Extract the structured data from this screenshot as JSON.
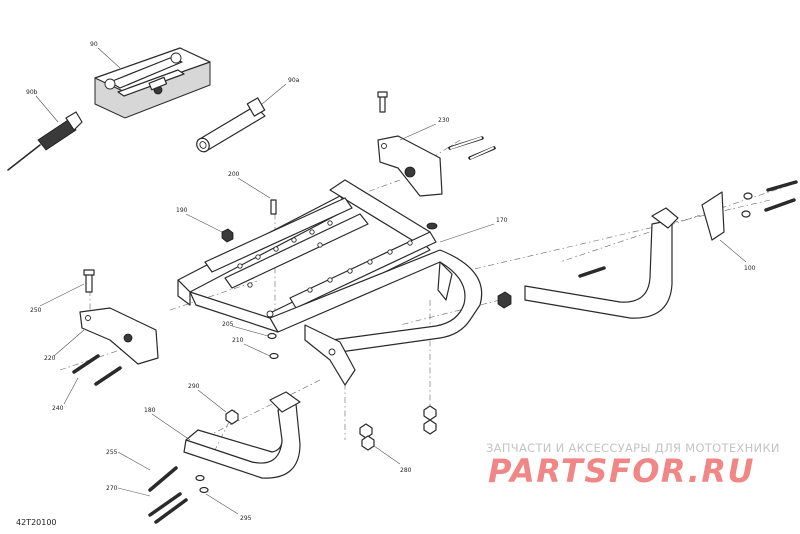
{
  "diagram": {
    "drawing_number": "42T20100",
    "watermark": {
      "subtitle": "ЗАПЧАСТИ И АКСЕССУАРЫ ДЛЯ МОТОТЕХНИКИ",
      "logo": "PARTSFOR.RU"
    },
    "callouts": [
      {
        "id": "c90",
        "label": "90"
      },
      {
        "id": "c90a",
        "label": "90a"
      },
      {
        "id": "c90b",
        "label": "90b"
      },
      {
        "id": "c100",
        "label": "100"
      },
      {
        "id": "c170",
        "label": "170"
      },
      {
        "id": "c180",
        "label": "180"
      },
      {
        "id": "c190",
        "label": "190"
      },
      {
        "id": "c200",
        "label": "200"
      },
      {
        "id": "c205",
        "label": "205"
      },
      {
        "id": "c210",
        "label": "210"
      },
      {
        "id": "c220",
        "label": "220"
      },
      {
        "id": "c230",
        "label": "230"
      },
      {
        "id": "c240",
        "label": "240"
      },
      {
        "id": "c250",
        "label": "250"
      },
      {
        "id": "c255",
        "label": "255"
      },
      {
        "id": "c270",
        "label": "270"
      },
      {
        "id": "c280",
        "label": "280"
      },
      {
        "id": "c290",
        "label": "290"
      },
      {
        "id": "c295",
        "label": "295"
      }
    ]
  }
}
